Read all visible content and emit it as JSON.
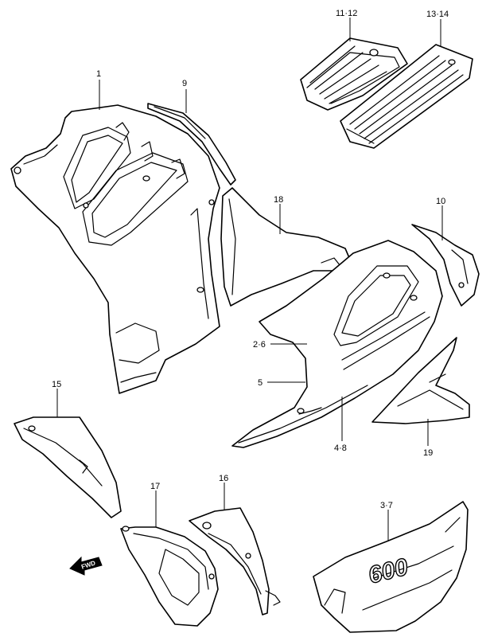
{
  "callouts": {
    "p1": "1",
    "p9": "9",
    "p11_12": "11·12",
    "p13_14": "13·14",
    "p18": "18",
    "p10": "10",
    "p2_6": "2·6",
    "p5": "5",
    "p4_8": "4·8",
    "p19": "19",
    "p15": "15",
    "p17": "17",
    "p16": "16",
    "p3_7": "3·7"
  },
  "logo_text": "600",
  "fwd_arrow_label": "FWD",
  "fwd_icon": "forward-arrow-icon"
}
